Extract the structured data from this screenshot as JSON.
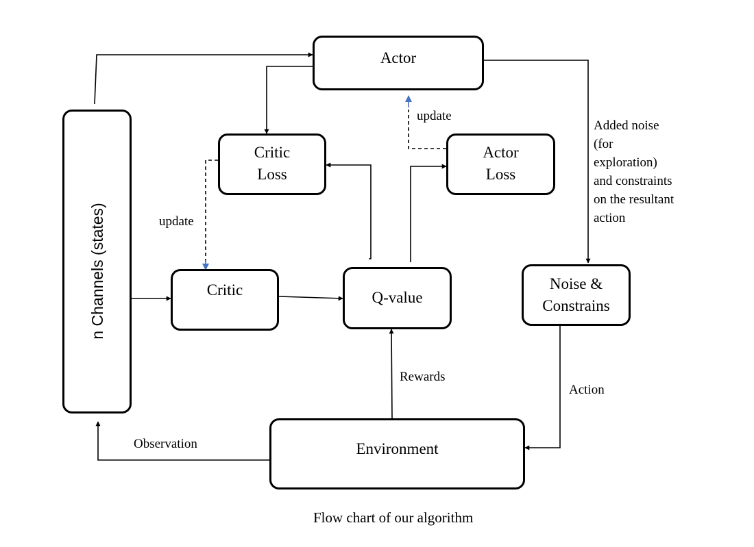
{
  "nodes": {
    "actor": {
      "lines": [
        "Actor"
      ]
    },
    "critic_loss": {
      "lines": [
        "Critic",
        "Loss"
      ]
    },
    "actor_loss": {
      "lines": [
        "Actor",
        "Loss"
      ]
    },
    "critic": {
      "lines": [
        "Critic"
      ]
    },
    "q_value": {
      "lines": [
        "Q-value"
      ]
    },
    "noise": {
      "lines": [
        "Noise &",
        "Constrains"
      ]
    },
    "environment": {
      "lines": [
        "Environment"
      ]
    },
    "channels": {
      "lines": [
        "n Channels (states)"
      ]
    }
  },
  "labels": {
    "update_actor": "update",
    "update_critic": "update",
    "added_noise": [
      "Added noise",
      "(for",
      "exploration)",
      "and constraints",
      "on the resultant",
      "action"
    ],
    "rewards": "Rewards",
    "action": "Action",
    "observation": "Observation"
  },
  "caption": "Flow chart of our algorithm",
  "colors": {
    "stroke": "#000000",
    "update_arrow": "#4472c4"
  }
}
